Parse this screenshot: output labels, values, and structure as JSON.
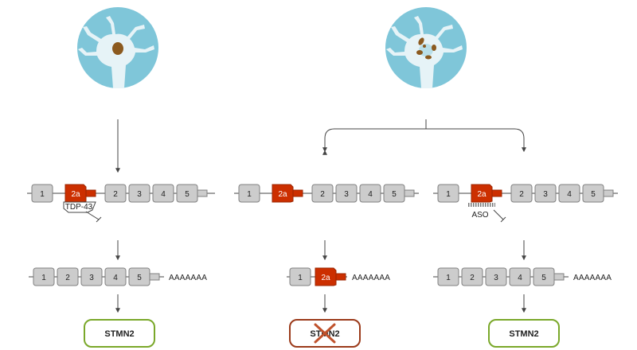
{
  "colors": {
    "neuron_bg": "#7fc6d9",
    "neuron_body": "#e6f3f7",
    "nucleus": "#8b5a1f",
    "exon_grey": "#cccccc",
    "exon_red": "#cc2f00",
    "box_green": "#7aa82a",
    "box_brown": "#9b3a1a",
    "cross": "#c0522c"
  },
  "exon_labels": [
    "1",
    "2a",
    "2",
    "3",
    "4",
    "5"
  ],
  "labels": {
    "tdp43": "TDP-43",
    "aso": "ASO",
    "polya": "AAAAAAA"
  },
  "products": {
    "left": "STMN2",
    "middle": "STMN2",
    "right": "STMN2"
  }
}
